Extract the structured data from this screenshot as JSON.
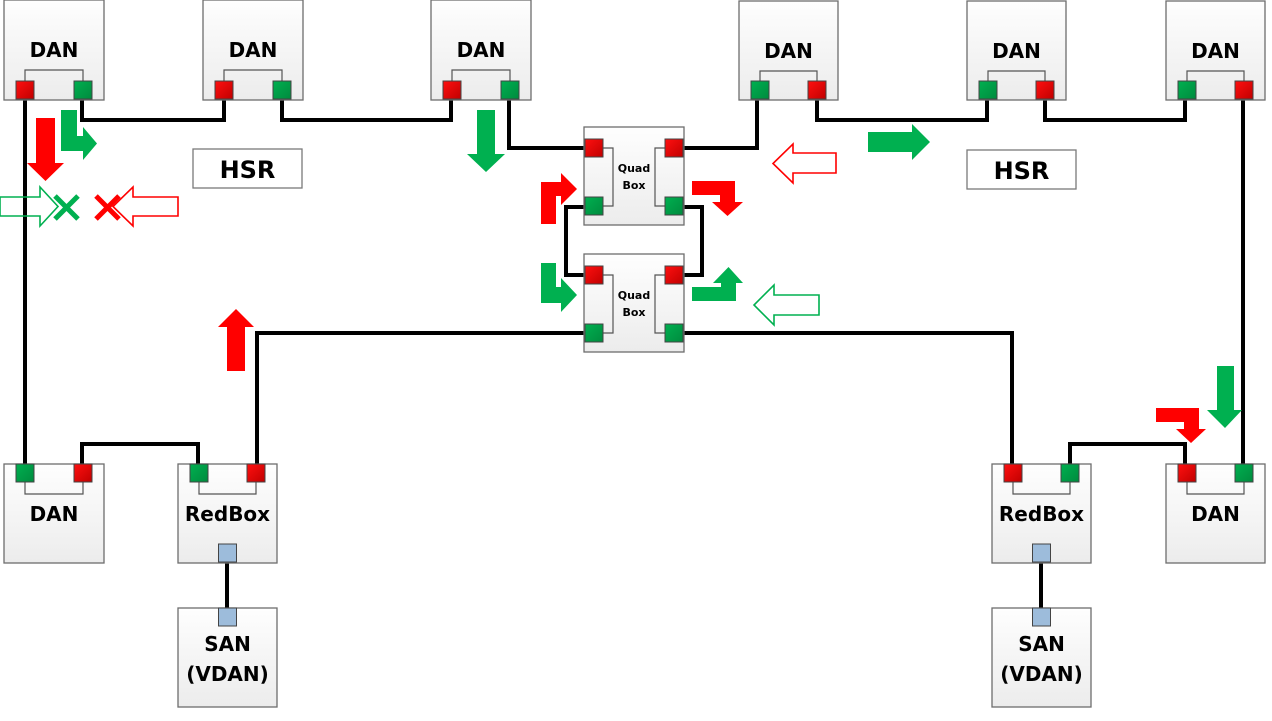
{
  "diagram": {
    "title": "HSR ring coupling via QuadBoxes with RedBox-attached SAN nodes",
    "colors": {
      "port_a": "#e00000",
      "port_b": "#00a050",
      "interlink_port": "#9dbcdb",
      "arrow_red": "#ff0000",
      "arrow_green": "#00b050",
      "wire": "#000000"
    },
    "rings": [
      {
        "id": "left",
        "label": "HSR"
      },
      {
        "id": "right",
        "label": "HSR"
      }
    ],
    "nodes": [
      {
        "id": "dan-l1",
        "label": "DAN",
        "type": "DAN",
        "ring": "left",
        "ports": [
          "red",
          "green"
        ]
      },
      {
        "id": "dan-l2",
        "label": "DAN",
        "type": "DAN",
        "ring": "left",
        "ports": [
          "red",
          "green"
        ]
      },
      {
        "id": "dan-l3",
        "label": "DAN",
        "type": "DAN",
        "ring": "left",
        "ports": [
          "red",
          "green"
        ]
      },
      {
        "id": "dan-r1",
        "label": "DAN",
        "type": "DAN",
        "ring": "right",
        "ports": [
          "green",
          "red"
        ]
      },
      {
        "id": "dan-r2",
        "label": "DAN",
        "type": "DAN",
        "ring": "right",
        "ports": [
          "green",
          "red"
        ]
      },
      {
        "id": "dan-r3",
        "label": "DAN",
        "type": "DAN",
        "ring": "right",
        "ports": [
          "green",
          "red"
        ]
      },
      {
        "id": "quadbox-1",
        "label": [
          "Quad",
          "Box"
        ],
        "type": "QuadBox",
        "ports": [
          "red",
          "red",
          "green",
          "green"
        ]
      },
      {
        "id": "quadbox-2",
        "label": [
          "Quad",
          "Box"
        ],
        "type": "QuadBox",
        "ports": [
          "red",
          "red",
          "green",
          "green"
        ]
      },
      {
        "id": "dan-l4",
        "label": "DAN",
        "type": "DAN",
        "ring": "left",
        "ports": [
          "green",
          "red"
        ]
      },
      {
        "id": "redbox-l",
        "label": "RedBox",
        "type": "RedBox",
        "ring": "left",
        "ports": [
          "green",
          "red",
          "interlink"
        ]
      },
      {
        "id": "san-l",
        "label": [
          "SAN",
          "(VDAN)"
        ],
        "type": "SAN",
        "ports": [
          "interlink"
        ]
      },
      {
        "id": "redbox-r",
        "label": "RedBox",
        "type": "RedBox",
        "ring": "right",
        "ports": [
          "red",
          "green",
          "interlink"
        ]
      },
      {
        "id": "dan-r4",
        "label": "DAN",
        "type": "DAN",
        "ring": "right",
        "ports": [
          "red",
          "green"
        ]
      },
      {
        "id": "san-r",
        "label": [
          "SAN",
          "(VDAN)"
        ],
        "type": "SAN",
        "ports": [
          "interlink"
        ]
      }
    ],
    "arrows": [
      {
        "name": "red-down-arrow-left",
        "color": "red",
        "style": "solid",
        "direction": "down"
      },
      {
        "name": "green-bent-right-arrow-left",
        "color": "green",
        "style": "solid",
        "direction": "down-then-right"
      },
      {
        "name": "green-outline-arrow-discarded",
        "color": "green",
        "style": "outline",
        "direction": "right",
        "discarded": true
      },
      {
        "name": "red-outline-arrow-discarded",
        "color": "red",
        "style": "outline",
        "direction": "left",
        "discarded": true
      },
      {
        "name": "green-down-arrow-center",
        "color": "green",
        "style": "solid",
        "direction": "down"
      },
      {
        "name": "red-bent-up-right-arrow",
        "color": "red",
        "style": "solid",
        "direction": "up-then-right"
      },
      {
        "name": "red-bent-right-down-arrow",
        "color": "red",
        "style": "solid",
        "direction": "right-then-down"
      },
      {
        "name": "green-bent-down-right-arrow",
        "color": "green",
        "style": "solid",
        "direction": "down-then-right"
      },
      {
        "name": "green-bent-right-up-arrow",
        "color": "green",
        "style": "solid",
        "direction": "right-then-up"
      },
      {
        "name": "red-outline-left-arrow-right-ring",
        "color": "red",
        "style": "outline",
        "direction": "left"
      },
      {
        "name": "green-outline-left-arrow-quadbox",
        "color": "green",
        "style": "outline",
        "direction": "left"
      },
      {
        "name": "green-right-arrow-right-ring",
        "color": "green",
        "style": "solid",
        "direction": "right"
      },
      {
        "name": "red-up-arrow-left",
        "color": "red",
        "style": "solid",
        "direction": "up"
      },
      {
        "name": "green-down-arrow-right",
        "color": "green",
        "style": "solid",
        "direction": "down"
      },
      {
        "name": "red-bent-right-down-arrow-right",
        "color": "red",
        "style": "solid",
        "direction": "right-then-down"
      }
    ],
    "discard_marks": [
      {
        "name": "green-discard-x",
        "color": "green",
        "glyph": "x"
      },
      {
        "name": "red-discard-x",
        "color": "red",
        "glyph": "x"
      }
    ]
  }
}
